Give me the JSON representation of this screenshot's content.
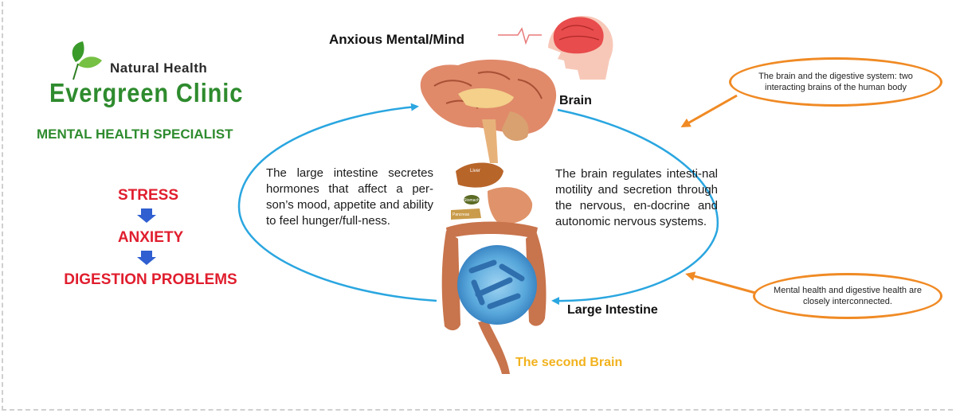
{
  "logo": {
    "small_text": "Natural Health",
    "main_text": "Evergreen Clinic",
    "tagline": "MENTAL HEALTH SPECIALIST"
  },
  "flow": [
    "STRESS",
    "ANXIETY",
    "DIGESTION PROBLEMS"
  ],
  "diagram": {
    "title": "Anxious Mental/Mind",
    "brain_label": "Brain",
    "intestine_label": "Large Intestine",
    "second_brain_label": "The second Brain",
    "left_text": "The large intestine secretes hormones that affect a per-son’s mood, appetite and ability to feel hunger/full-ness.",
    "right_text": "The brain regulates intesti-nal motility and secretion through the nervous, en-docrine and autonomic nervous systems.",
    "organ_labels": {
      "liver": "Liver",
      "stomach": "Stomach",
      "pancreas": "Pancreas"
    },
    "callout_top": "The brain and the digestive system: two interacting brains of the human body",
    "callout_bottom": "Mental health and digestive health are closely interconnected."
  },
  "colors": {
    "brand_green": "#2e8b2e",
    "alert_red": "#e01e2e",
    "arrow_blue": "#2f5fd0",
    "cycle_blue": "#2aa6e0",
    "callout_orange": "#f08a24",
    "second_brain_yellow": "#f2b21e"
  }
}
